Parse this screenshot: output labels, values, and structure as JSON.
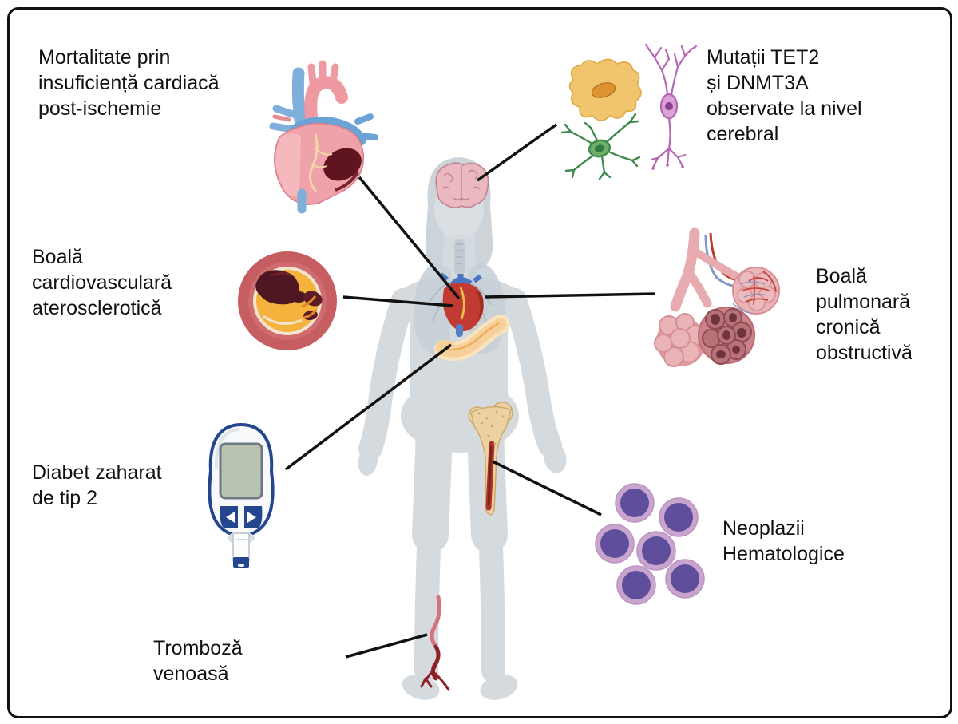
{
  "figure": {
    "title_hint": "Clonal hematopoiesis systemic consequences diagram (Romanian)",
    "labels": {
      "heart_failure": "Mortalitate prin\ninsuficiență cardiacă\npost-ischemie",
      "brain_mutations": "Mutații TET2\nși DNMT3A\nobservate la nivel\ncerebral",
      "atherosclerosis": "Boală\ncardiovasculară\naterosclerotică",
      "copd": "Boală\npulmonară\ncronică\nobstructivă",
      "diabetes": "Diabet zaharat\nde tip 2",
      "hematologic": "Neoplazii\nHematologice",
      "thrombosis": "Tromboză\nvenoasă"
    },
    "illustrations": [
      "anatomical-heart-icon",
      "brain-cells-icon (microglia, neuron, astrocyte)",
      "artery-cross-section-icon",
      "alveoli-icon",
      "glucometer-icon",
      "cancer-cells-icon",
      "human-body-silhouette (brain, lungs, heart, pancreas, femur, leg-vein)"
    ],
    "colors": {
      "text": "#111111",
      "connector-line": "#111111",
      "border": "#111111",
      "body-silhouette": "#d4dade",
      "background": "#ffffff",
      "microglia-orange": "#f0c56d",
      "neuron-pink": "#b565b2",
      "astrocyte-green": "#3f8a4f",
      "artery-wall-red": "#c65d61",
      "plaque-yellow": "#f5b33e",
      "thrombus-maroon": "#4f1722",
      "alveoli-pink": "#e7abb0",
      "glucometer-blue": "#24468f",
      "cancer-cell-outer": "#c9a5ce",
      "cancer-cell-inner": "#5e4e9c",
      "infarct-dark-red": "#5f1420",
      "brain-pink": "#e9b8c1"
    }
  }
}
